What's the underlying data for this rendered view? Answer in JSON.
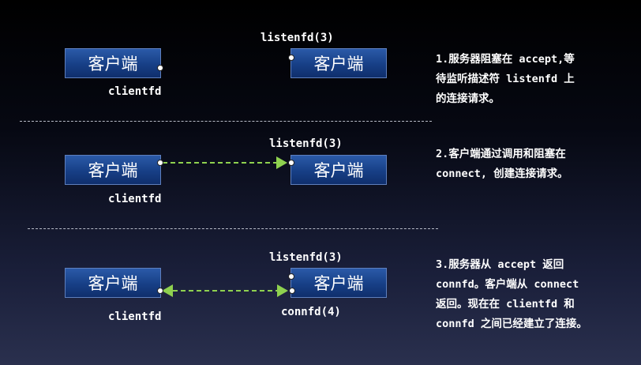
{
  "colors": {
    "arrow": "#8fd14f",
    "box_fill": "#1a4390",
    "box_border": "#5e7fbd",
    "text": "#ffffff"
  },
  "panels": [
    {
      "client_box": "客户端",
      "server_box": "客户端",
      "client_label": "clientfd",
      "server_label": "listenfd(3)",
      "description": [
        "1.服务器阻塞在 accept,等",
        "待监听描述符 listenfd 上",
        "的连接请求。"
      ]
    },
    {
      "client_box": "客户端",
      "server_box": "客户端",
      "client_label": "clientfd",
      "server_label": "listenfd(3)",
      "description": [
        "2.客户端通过调用和阻塞在",
        "connect, 创建连接请求。"
      ]
    },
    {
      "client_box": "客户端",
      "server_box": "客户端",
      "client_label": "clientfd",
      "server_label": "listenfd(3)",
      "conn_label": "connfd(4)",
      "description": [
        "3.服务器从 accept 返回",
        "connfd。客户端从 connect",
        "返回。现在在 clientfd 和",
        "connfd 之间已经建立了连接。"
      ]
    }
  ]
}
